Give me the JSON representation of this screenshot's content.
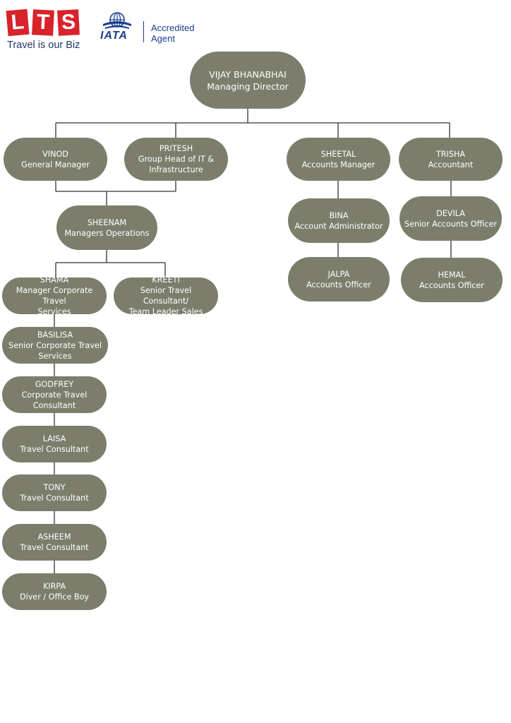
{
  "header": {
    "lts_letters": [
      "L",
      "T",
      "S"
    ],
    "lts_tagline": "Travel is our Biz",
    "iata_word": "IATA",
    "iata_accredited_line1": "Accredited",
    "iata_accredited_line2": "Agent",
    "brand_red": "#d8232a",
    "brand_blue": "#1a3e8c"
  },
  "colors": {
    "node_fill": "#7c7e6b",
    "node_text": "#ffffff",
    "line": "#333333"
  },
  "chart": {
    "vijay": {
      "name": "VIJAY BHANABHAI",
      "title": "Managing Director"
    },
    "vinod": {
      "name": "VINOD",
      "title": "General Manager"
    },
    "pritesh": {
      "name": "PRITESH",
      "title_line1": "Group Head of IT &",
      "title_line2": "Infrastructure"
    },
    "sheetal": {
      "name": "SHEETAL",
      "title": "Accounts Manager"
    },
    "trisha": {
      "name": "TRISHA",
      "title": "Accountant"
    },
    "sheenam": {
      "name": "SHEENAM",
      "title": "Managers Operations"
    },
    "bina": {
      "name": "BINA",
      "title": "Account Administrator"
    },
    "devila": {
      "name": "DEVILA",
      "title": "Senior Accounts Officer"
    },
    "jalpa": {
      "name": "JALPA",
      "title": "Accounts Officer"
    },
    "hemal": {
      "name": "HEMAL",
      "title": "Accounts Officer"
    },
    "shama": {
      "name": "SHAMA",
      "title_line1": "Manager Corporate Travel",
      "title_line2": "Services"
    },
    "kreeti": {
      "name": "KREETI",
      "title_line1": "Senior Travel Consultant/",
      "title_line2": "Team Leader Sales"
    },
    "basilisa": {
      "name": "BASILISA",
      "title_line1": "Senior Corporate Travel",
      "title_line2": "Services"
    },
    "godfrey": {
      "name": "GODFREY",
      "title_line1": "Corporate Travel",
      "title_line2": "Consultant"
    },
    "laisa": {
      "name": "LAISA",
      "title": "Travel Consultant"
    },
    "tony": {
      "name": "TONY",
      "title": "Travel Consultant"
    },
    "asheem": {
      "name": "ASHEEM",
      "title": "Travel Consultant"
    },
    "kirpa": {
      "name": "KIRPA",
      "title": "Diver / Office Boy"
    }
  }
}
